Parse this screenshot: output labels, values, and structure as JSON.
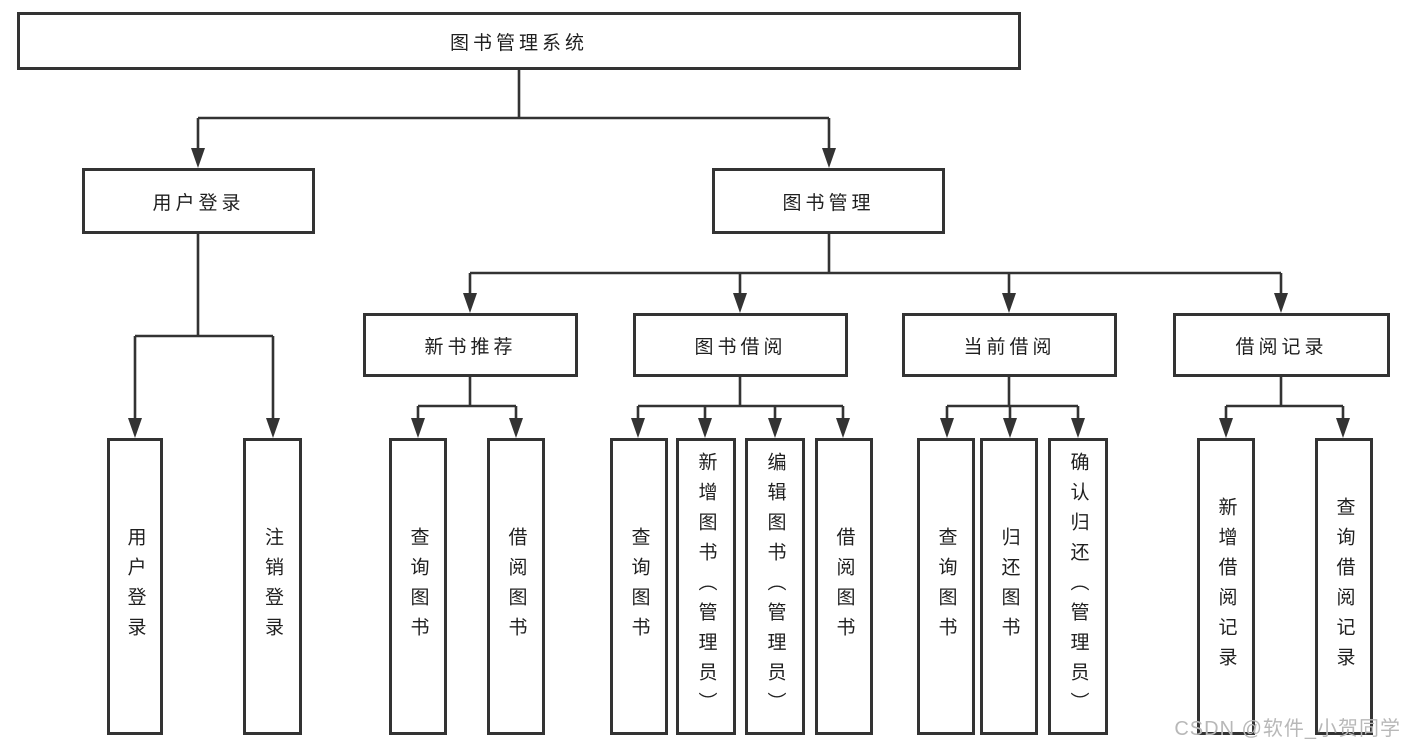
{
  "tree": {
    "label": "图书管理系统",
    "children": [
      {
        "label": "用户登录",
        "children": [
          {
            "label": "用户登录"
          },
          {
            "label": "注销登录"
          }
        ]
      },
      {
        "label": "图书管理",
        "children": [
          {
            "label": "新书推荐",
            "children": [
              {
                "label": "查询图书"
              },
              {
                "label": "借阅图书"
              }
            ]
          },
          {
            "label": "图书借阅",
            "children": [
              {
                "label": "查询图书"
              },
              {
                "label": "新增图书（管理员）"
              },
              {
                "label": "编辑图书（管理员）"
              },
              {
                "label": "借阅图书"
              }
            ]
          },
          {
            "label": "当前借阅",
            "children": [
              {
                "label": "查询图书"
              },
              {
                "label": "归还图书"
              },
              {
                "label": "确认归还（管理员）"
              }
            ]
          },
          {
            "label": "借阅记录",
            "children": [
              {
                "label": "新增借阅记录"
              },
              {
                "label": "查询借阅记录"
              }
            ]
          }
        ]
      }
    ]
  },
  "watermark": {
    "text": "CSDN @软件_小贺同学"
  },
  "colors": {
    "line": "#333333",
    "box_border": "#333333",
    "text": "#1f1f1f",
    "watermark": "#b8b8b8",
    "background": "#ffffff"
  }
}
